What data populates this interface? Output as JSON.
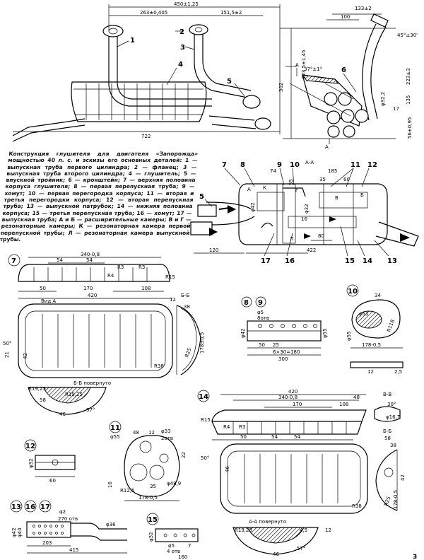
{
  "caption": "Конструкция глушителя для двигателя «Запорожца» мощностью 40 л. с. и эскизы его основных деталей: 1 — выпускная труба первого цилиндра; 2 — фланец; 3 — выпускная труба второго цилиндра; 4 — глушитель; 5 — впускной тройник; 6 — кронштейн; 7 — верхняя половина корпуса глушителя; 8 — первая перепускная труба; 9 — хомут; 10 — первая перегородка корпуса; 11 — вторая и третья перегородки корпуса; 12 — вторая перепускная труба; 13 — выпускной патрубок; 14 — нижняя половина корпуса; 15 — третья перепускная труба; 16 — хомут; 17 — выпускная труба; А и Б — расширительные камеры; В и Г — резонаторные камеры; К — резонаторная камера первой перепускной трубы; Л — резонаторная камера выпускной трубы.",
  "main_view": {
    "part_labels": [
      "1",
      "2",
      "3",
      "4",
      "5"
    ],
    "dims": {
      "d450": "450±1,25",
      "d263": "263±0,405",
      "d151": "151,5±2",
      "d722": "722"
    }
  },
  "side_view": {
    "part_label": "6",
    "dims": {
      "d100": "100",
      "d133": "133±2",
      "d45": "45°±30'",
      "d37": "37°±1°",
      "d302": "302",
      "d223a": "223,5±1,45",
      "d223b": "223±3",
      "d135": "135",
      "d56": "56±0,95",
      "dphi": "φ32,2",
      "d17": "17"
    },
    "section_marks": [
      "A",
      "A"
    ]
  },
  "section_aa": {
    "title": "А-А",
    "part_labels": [
      "5",
      "7",
      "8",
      "9",
      "10",
      "11",
      "12",
      "13",
      "14",
      "15",
      "16",
      "17"
    ],
    "letters": [
      "А",
      "К",
      "Г",
      "В",
      "Б",
      "Л"
    ],
    "dims": {
      "d74": "74",
      "d185": "185",
      "d35": "35",
      "d60": "60",
      "d120": "120",
      "d422": "422",
      "d80": "80",
      "dphi42": "φ42",
      "dphi32": "φ32",
      "d55": "55",
      "d16": "16"
    }
  },
  "part7": {
    "label": "7",
    "view_label": "Вид А",
    "section_label": "Б-Б",
    "section_bb": "Б-Б повернуто",
    "dims": {
      "d340": "340-0,8",
      "d54a": "54",
      "d54b": "54",
      "d170": "170",
      "d108": "108",
      "d50": "50",
      "d420": "420",
      "r3": "R3",
      "r4": "R4",
      "r15": "R15",
      "d12": "12",
      "d38": "38",
      "r25": "R25",
      "d178": "178±0,5",
      "r38": "R38",
      "d58": "58",
      "d21": "21",
      "d42": "42",
      "r19a": "R19,25",
      "r19b": "R19,25",
      "d46": "46",
      "d57": "57°",
      "d50b": "50°"
    }
  },
  "part89": {
    "labels": [
      "8",
      "9"
    ],
    "dims": {
      "phi5": "φ5",
      "holes": "8отв",
      "phi42": "φ42",
      "phi55": "φ55",
      "d50": "50",
      "d25": "25",
      "d6": "6×30=180",
      "d300": "300"
    }
  },
  "part10": {
    "label": "10",
    "dims": {
      "d34": "34",
      "phi51": "φ51",
      "r118": "R118",
      "phi55": "φ55",
      "d178": "178-0,5",
      "d12": "12",
      "d25": "2,5"
    }
  },
  "part14": {
    "label": "14",
    "section_vv": "В-В",
    "section_bb": "Б-Б",
    "section_aa": "А-А повернуто",
    "dims": {
      "d420": "420",
      "d340": "340-0,8",
      "d170": "170",
      "d108": "108",
      "d48": "48",
      "d30": "30°",
      "phi167": "φ16,7",
      "r15": "R15",
      "r4": "R4",
      "r3": "R3",
      "d50": "50",
      "d54a": "54",
      "d54b": "54",
      "d58": "58",
      "d38": "38",
      "d50b": "50°",
      "d46": "46",
      "d42": "42",
      "r19": "R19,25",
      "d57": "57°",
      "d45": "4,5",
      "d12": "12"
    }
  },
  "part11": {
    "label": "11",
    "dims": {
      "phi55": "φ55",
      "d48": "48",
      "d12": "12",
      "phi33": "φ33",
      "holes": "2отв",
      "d22": "22",
      "d35": "35",
      "d16": "16",
      "r12": "R12,5",
      "phi48": "φ48,9",
      "d178": "178-0,5"
    }
  },
  "part12": {
    "label": "12",
    "dims": {
      "phi32": "φ32",
      "d60": "60"
    }
  },
  "part131617": {
    "labels": [
      "13",
      "16",
      "17"
    ],
    "dims": {
      "phi2": "φ2",
      "holes": "270 отв",
      "phi36": "φ36",
      "phi42": "φ42",
      "phi44": "φ44",
      "d203": "203",
      "d415": "415"
    }
  },
  "part15": {
    "label": "15",
    "dims": {
      "phi32": "φ32",
      "phi5": "φ5",
      "holes": "4 отв",
      "d160": "160",
      "d7": "7"
    }
  },
  "page_number": "3"
}
